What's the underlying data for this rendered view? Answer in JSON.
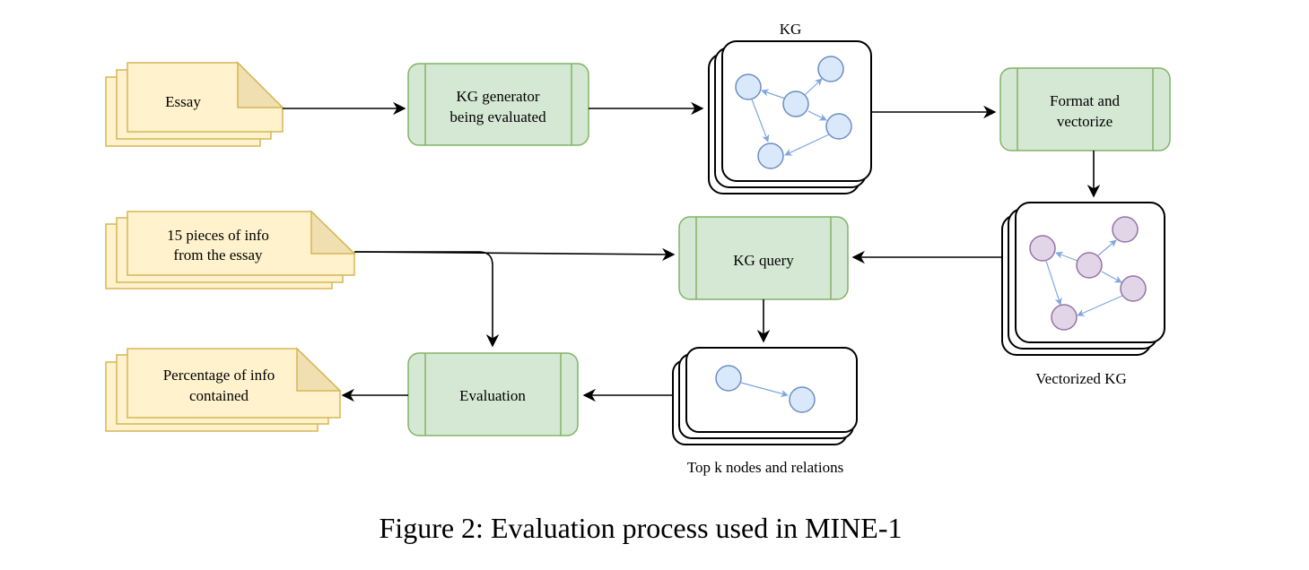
{
  "diagram": {
    "inputs": {
      "essay": [
        "Essay"
      ],
      "info_pieces": [
        "15 pieces of info",
        "from the essay"
      ],
      "result": [
        "Percentage of info",
        "contained"
      ]
    },
    "processes": {
      "kg_generator": [
        "KG generator",
        "being evaluated"
      ],
      "format_vectorize": [
        "Format and",
        "vectorize"
      ],
      "kg_query": [
        "KG query"
      ],
      "evaluation": [
        "Evaluation"
      ]
    },
    "stores": {
      "kg": "KG",
      "vectorized_kg": "Vectorized KG",
      "top_k": "Top k nodes and relations"
    }
  },
  "caption": "Figure 2: Evaluation process used in MINE-1",
  "colors": {
    "document_fill": "#fff2cc",
    "document_stroke": "#d6b656",
    "process_fill": "#d5e8d4",
    "process_stroke": "#82b366",
    "kg_node_fill": "#dae8fc",
    "kg_node_stroke": "#6c8ebf",
    "vector_node_fill": "#e1d5e7",
    "vector_node_stroke": "#9673a6",
    "graph_edge": "#7ea6e0"
  }
}
